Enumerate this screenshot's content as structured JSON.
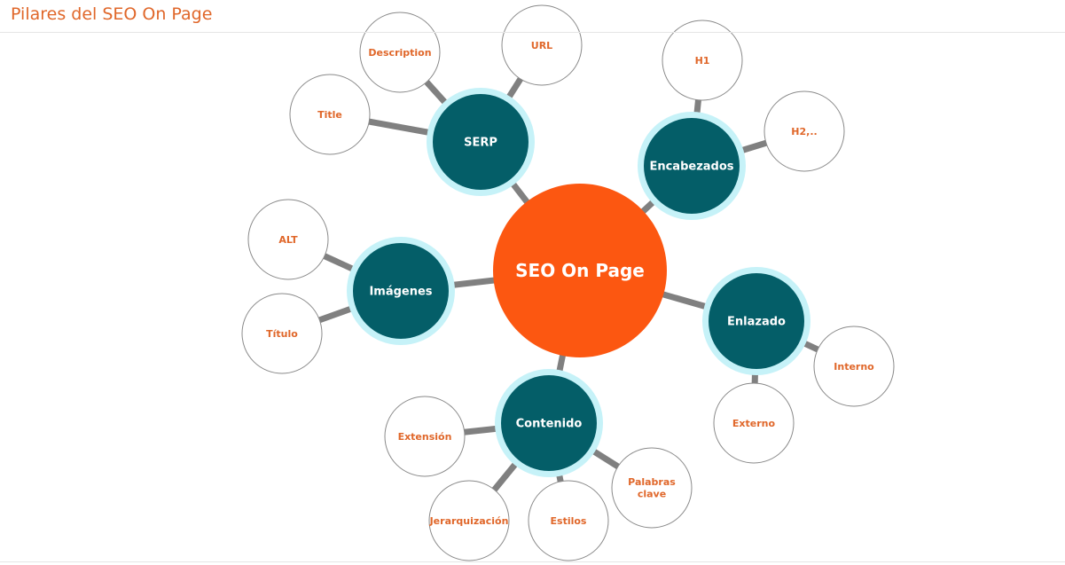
{
  "page": {
    "title": "Pilares del SEO On Page"
  },
  "colors": {
    "title": "#e0672a",
    "center_fill": "#fc5711",
    "pillar_fill": "#045e68",
    "pillar_halo": "#c6f2f8",
    "leaf_stroke": "#8a8a8a",
    "leaf_text": "#e0672a",
    "connector": "#808080"
  },
  "diagram": {
    "center": {
      "label": "SEO On Page"
    },
    "pillars": [
      {
        "id": "serp",
        "label": "SERP",
        "children": [
          {
            "id": "title",
            "label": "Title"
          },
          {
            "id": "description",
            "label": "Description"
          },
          {
            "id": "url",
            "label": "URL"
          }
        ]
      },
      {
        "id": "encabezados",
        "label": "Encabezados",
        "children": [
          {
            "id": "h1",
            "label": "H1"
          },
          {
            "id": "h2",
            "label": "H2,.."
          }
        ]
      },
      {
        "id": "imagenes",
        "label": "Imágenes",
        "children": [
          {
            "id": "alt",
            "label": "ALT"
          },
          {
            "id": "titulo",
            "label": "Título"
          }
        ]
      },
      {
        "id": "enlazado",
        "label": "Enlazado",
        "children": [
          {
            "id": "interno",
            "label": "Interno"
          },
          {
            "id": "externo",
            "label": "Externo"
          }
        ]
      },
      {
        "id": "contenido",
        "label": "Contenido",
        "children": [
          {
            "id": "extension",
            "label": "Extensión"
          },
          {
            "id": "jerarquizacion",
            "label": "Jerarquización"
          },
          {
            "id": "estilos",
            "label": "Estilos"
          },
          {
            "id": "palabras-clave",
            "label": "Palabras\nclave"
          }
        ]
      }
    ]
  }
}
